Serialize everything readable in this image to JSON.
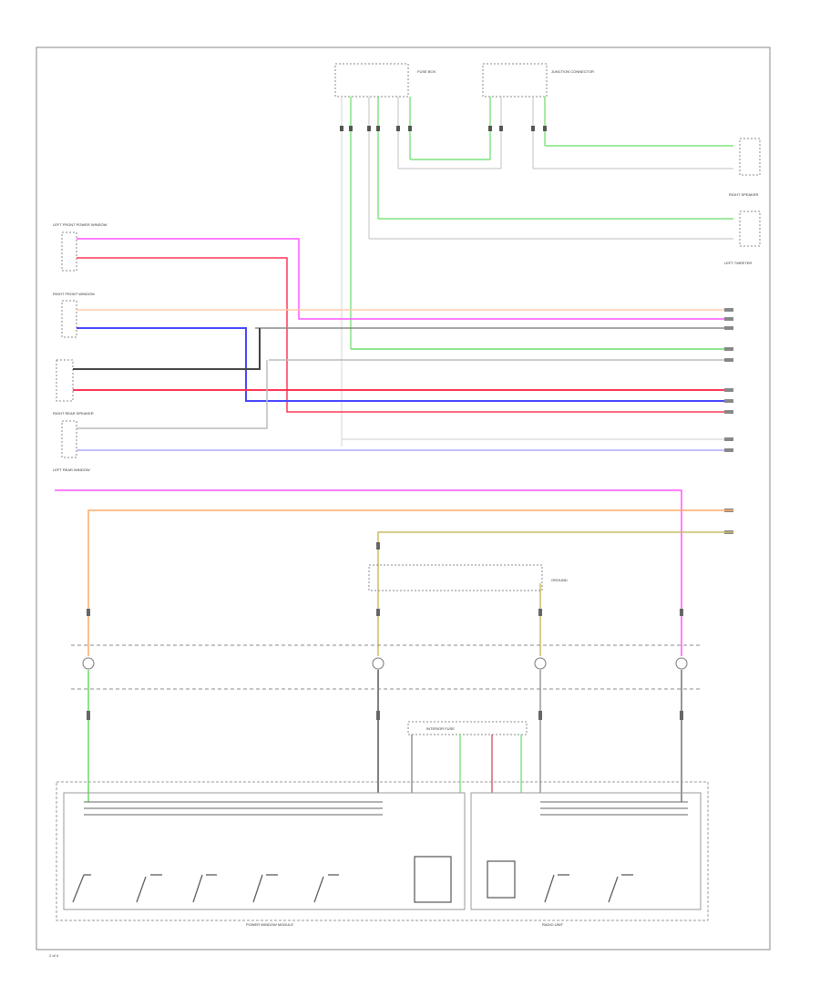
{
  "labels": {
    "fuse_box_top": "FUSE BOX",
    "right_speaker": "RIGHT SPEAKER",
    "left_speaker": "LEFT TWEETER",
    "front_left_door": "LEFT FRONT POWER WINDOW",
    "front_right_door": "RIGHT FRONT WINDOW",
    "left_rear": "LEFT REAR WINDOW",
    "right_rear": "RIGHT REAR SPEAKER",
    "junction": "JUNCTION CONNECTOR",
    "ground_block": "GROUND",
    "module_left": "POWER WINDOW MODULE",
    "module_right": "RADIO UNIT",
    "bottom_center": "INTERIOR FUSE",
    "page_num": "2 of 4"
  },
  "colors": {
    "magenta": "#ff55ff",
    "red": "#ff3355",
    "blue": "#4444ff",
    "orange": "#ffaa66",
    "green": "#66dd66",
    "olive": "#ccbb66",
    "gray": "#999999",
    "dark": "#444444",
    "pink": "#ffaacc",
    "lightgray": "#cccccc"
  }
}
